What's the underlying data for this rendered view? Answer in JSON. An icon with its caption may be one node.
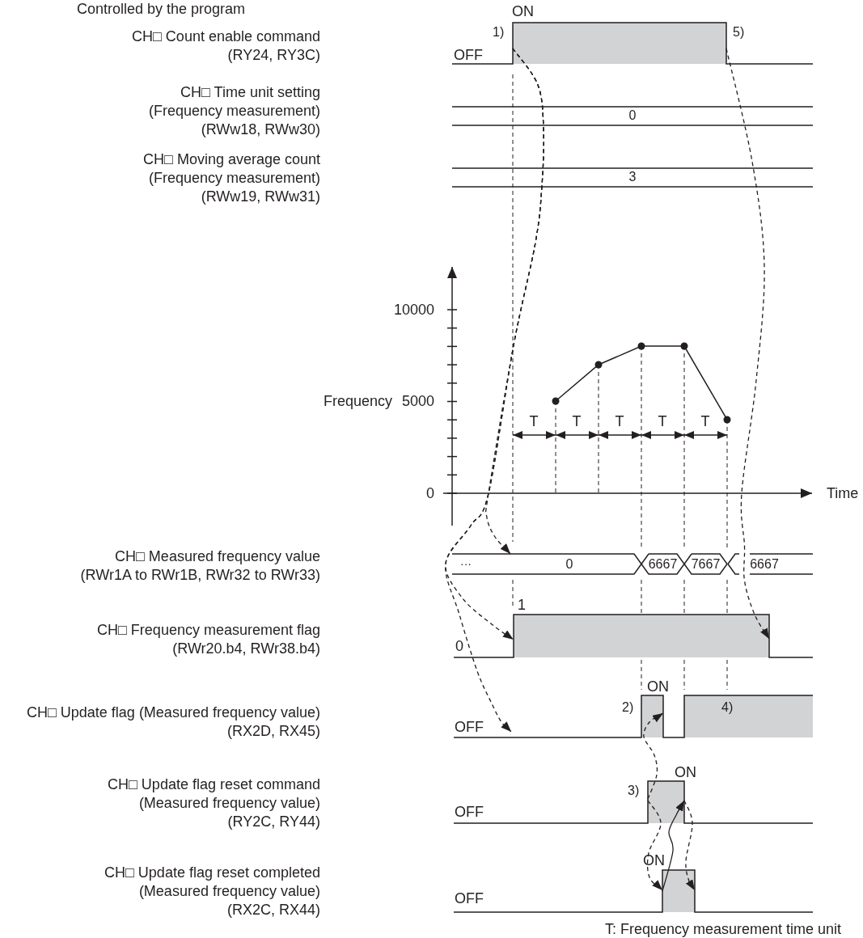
{
  "diagram": {
    "nodes": [
      {
        "text": [
          "1)",
          "5)",
          "OFF"
        ],
        "beside": [
          "ON"
        ]
      },
      {
        "text": [
          "···",
          "0"
        ]
      },
      {
        "text": [
          "6667"
        ]
      },
      {
        "text": [
          "7667"
        ]
      },
      {
        "text": [
          "6667"
        ]
      },
      {
        "text": [
          "0"
        ],
        "beside": [
          "1"
        ]
      },
      {
        "text": [
          "2)",
          "4)",
          "OFF"
        ],
        "beside": [
          "ON"
        ]
      },
      {
        "text": [
          "3)",
          "OFF"
        ],
        "beside": [
          "ON"
        ]
      },
      {
        "text": [
          "OFF"
        ],
        "beside": [
          "ON"
        ]
      }
    ],
    "edges": [
      {
        "from": 0,
        "to": 1,
        "arrow": "to",
        "style": "dashed"
      },
      {
        "from": 0,
        "to": 5,
        "arrow": "to",
        "style": "dashed"
      },
      {
        "from": 0,
        "to": 6,
        "arrow": "to",
        "style": "dashed"
      },
      {
        "from": 0,
        "to": 5,
        "arrow": "to",
        "style": "dashed"
      },
      {
        "from": 7,
        "to": 6,
        "arrow": "to",
        "style": "dashed"
      },
      {
        "from": 7,
        "to": 8,
        "arrow": "to",
        "style": "dashed"
      },
      {
        "from": 8,
        "to": 7,
        "arrow": "to"
      },
      {
        "from": 7,
        "to": 8,
        "arrow": "to",
        "style": "dashed"
      }
    ],
    "labels": [
      "Controlled by the program",
      "CH□ Count enable command (RY24, RY3C)",
      "CH□ Time unit setting (Frequency measurement) (RWw18, RWw30)",
      "0",
      "CH□ Moving average count (Frequency measurement) (RWw19, RWw31)",
      "3",
      "10000",
      "Frequency",
      "5000",
      "T",
      "T",
      "T",
      "T",
      "T",
      "0",
      "Time",
      "CH□ Measured frequency value (RWr1A to RWr1B, RWr32 to RWr33)",
      "CH□ Frequency measurement flag (RWr20.b4, RWr38.b4)",
      "CH□ Update flag (Measured frequency value) (RX2D, RX45)",
      "CH□ Update flag reset command (Measured frequency value) (RY2C, RY44)",
      "CH□ Update flag reset completed (Measured frequency value) (RX2C, RX44)",
      "T: Frequency measurement time unit"
    ]
  }
}
